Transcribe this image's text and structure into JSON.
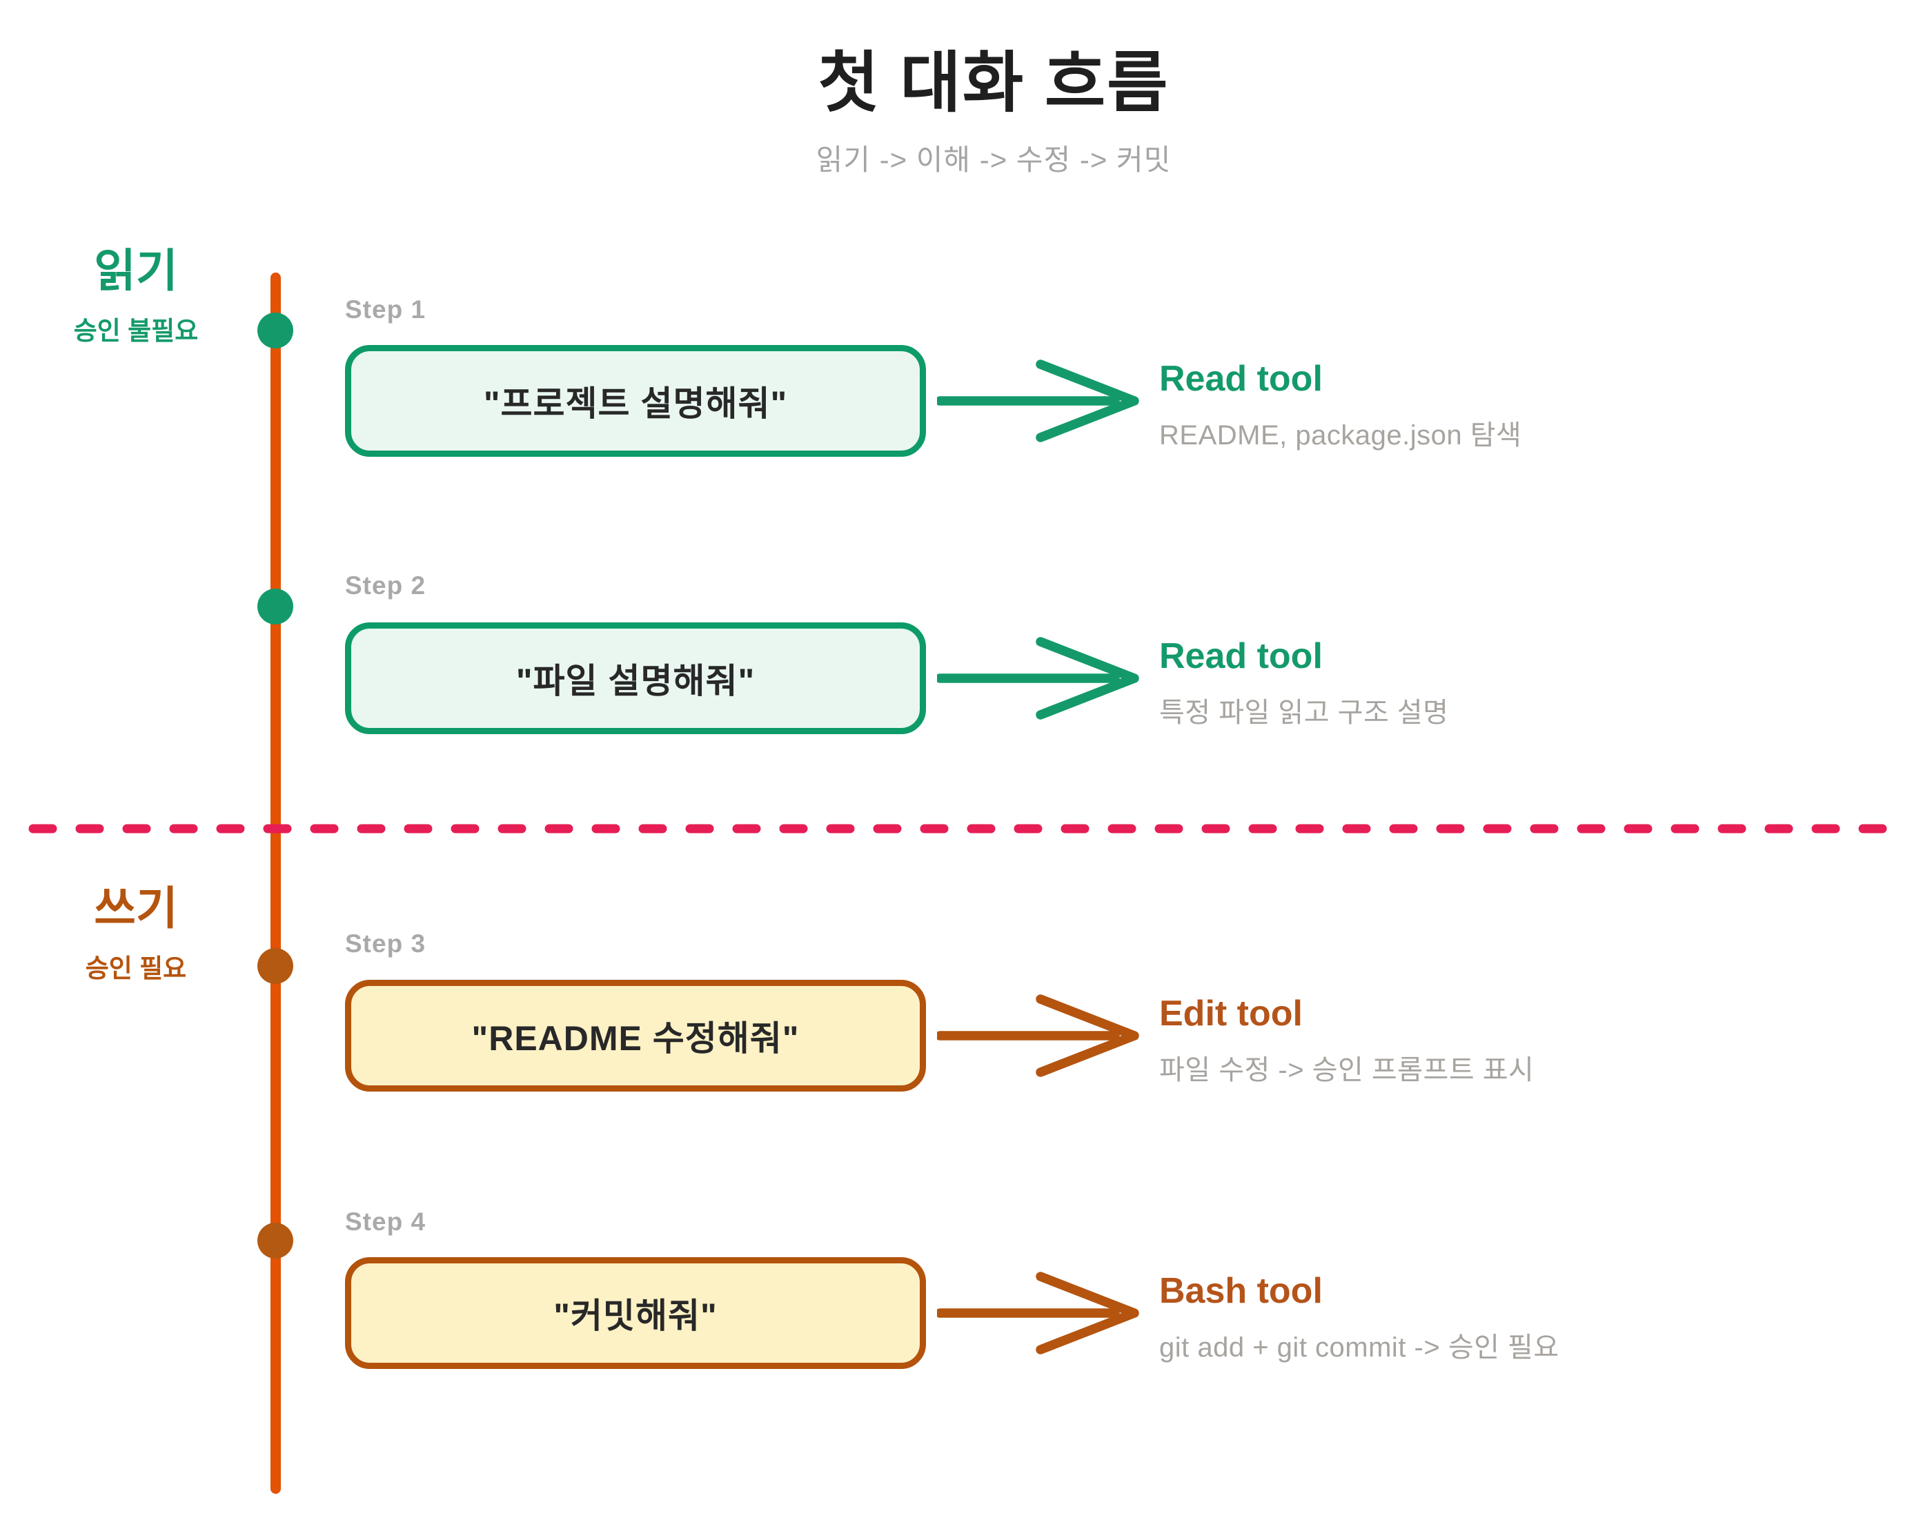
{
  "title": "첫 대화 흐름",
  "subtitle": "읽기 -> 이해 -> 수정 -> 커밋",
  "sections": {
    "read": {
      "label": "읽기",
      "sublabel": "승인 불필요"
    },
    "write": {
      "label": "쓰기",
      "sublabel": "승인 필요"
    }
  },
  "steps": [
    {
      "label": "Step 1",
      "phase": "read",
      "message": "\"프로젝트 설명해줘\"",
      "tool": "Read tool",
      "description": "README, package.json 탐색"
    },
    {
      "label": "Step 2",
      "phase": "read",
      "message": "\"파일 설명해줘\"",
      "tool": "Read tool",
      "description": "특정 파일 읽고 구조 설명"
    },
    {
      "label": "Step 3",
      "phase": "write",
      "message": "\"README 수정해줘\"",
      "tool": "Edit tool",
      "description": "파일 수정 -> 승인 프롬프트 표시"
    },
    {
      "label": "Step 4",
      "phase": "write",
      "message": "\"커밋해줘\"",
      "tool": "Bash tool",
      "description": "git add + git commit -> 승인 필요"
    }
  ],
  "colors": {
    "timeline_orange": "#e35205",
    "green_accent": "#149a6a",
    "green_box_fill": "#e9f7f0",
    "burnt_orange_accent": "#b4530c",
    "yellow_box_fill": "#fdf1c6",
    "divider_pink": "#e61e55",
    "title_text": "#1f1f1f",
    "muted_gray": "#a7a39f"
  }
}
